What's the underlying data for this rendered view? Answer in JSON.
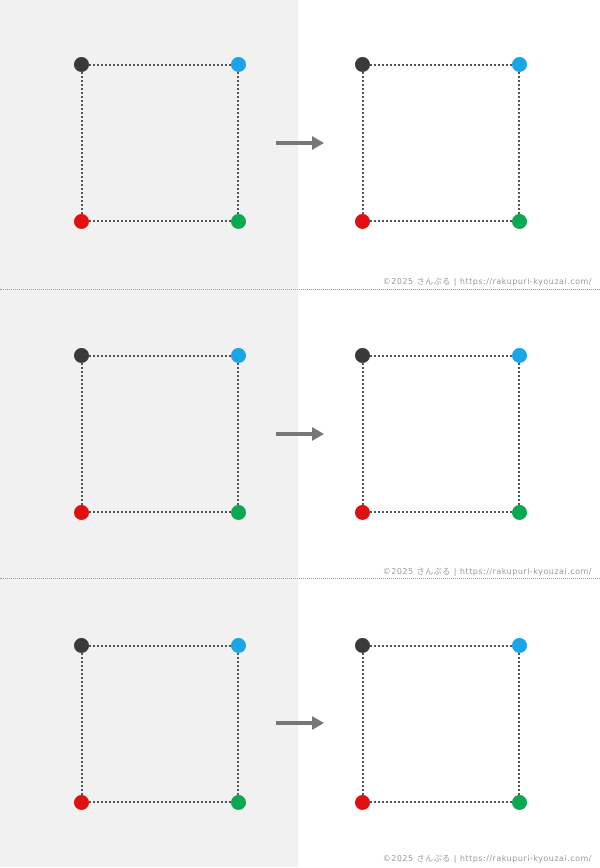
{
  "colors": {
    "left_bg": "#f1f1f1",
    "right_bg": "#ffffff",
    "dot_top_left": "#3a3a3a",
    "dot_top_right": "#1aa5e6",
    "dot_bottom_left": "#e01010",
    "dot_bottom_right": "#0aa850",
    "arrow": "#777777"
  },
  "icons": [
    "right-arrow-icon"
  ],
  "panels": [
    {
      "footer": "©2025 さんぷる  |  https://rakupuri-kyouzai.com/"
    },
    {
      "footer": "©2025 さんぷる  |  https://rakupuri-kyouzai.com/"
    },
    {
      "footer": "©2025 さんぷる  |  https://rakupuri-kyouzai.com/"
    }
  ]
}
